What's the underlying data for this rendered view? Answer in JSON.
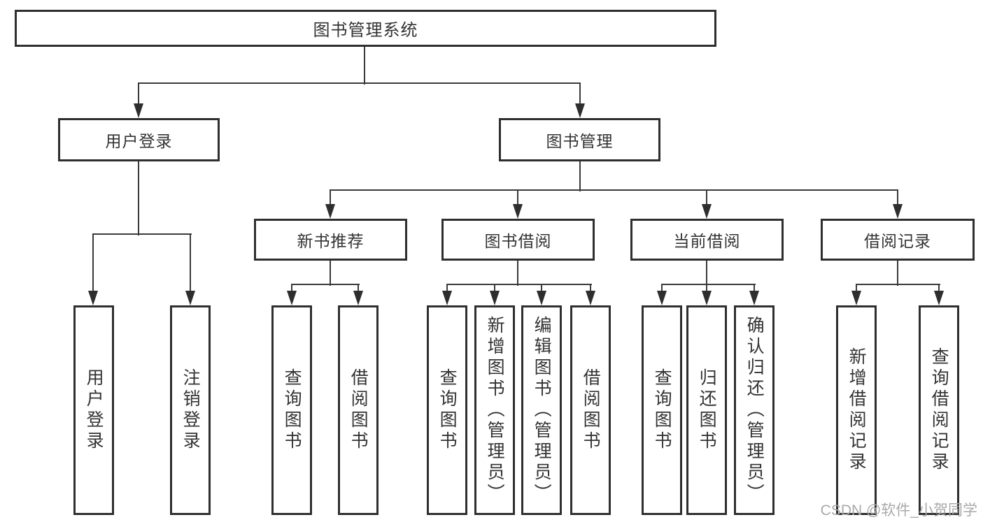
{
  "watermark": "CSDN @软件_小贺同学",
  "colors": {
    "background": "#ffffff",
    "box_border": "#2f2f2f",
    "connector_line": "#3a3a3a",
    "text": "#333333",
    "watermark_text": "#a9a9a9"
  },
  "tree": {
    "label": "图书管理系统",
    "children": [
      {
        "label": "用户登录",
        "children": [
          {
            "label": "用户登录"
          },
          {
            "label": "注销登录"
          }
        ]
      },
      {
        "label": "图书管理",
        "children": [
          {
            "label": "新书推荐",
            "children": [
              {
                "label": "查询图书"
              },
              {
                "label": "借阅图书"
              }
            ]
          },
          {
            "label": "图书借阅",
            "children": [
              {
                "label": "查询图书"
              },
              {
                "label": "新增图书（管理员）"
              },
              {
                "label": "编辑图书（管理员）"
              },
              {
                "label": "借阅图书"
              }
            ]
          },
          {
            "label": "当前借阅",
            "children": [
              {
                "label": "查询图书"
              },
              {
                "label": "归还图书"
              },
              {
                "label": "确认归还（管理员）"
              }
            ]
          },
          {
            "label": "借阅记录",
            "children": [
              {
                "label": "新增借阅记录"
              },
              {
                "label": "查询借阅记录"
              }
            ]
          }
        ]
      }
    ]
  }
}
